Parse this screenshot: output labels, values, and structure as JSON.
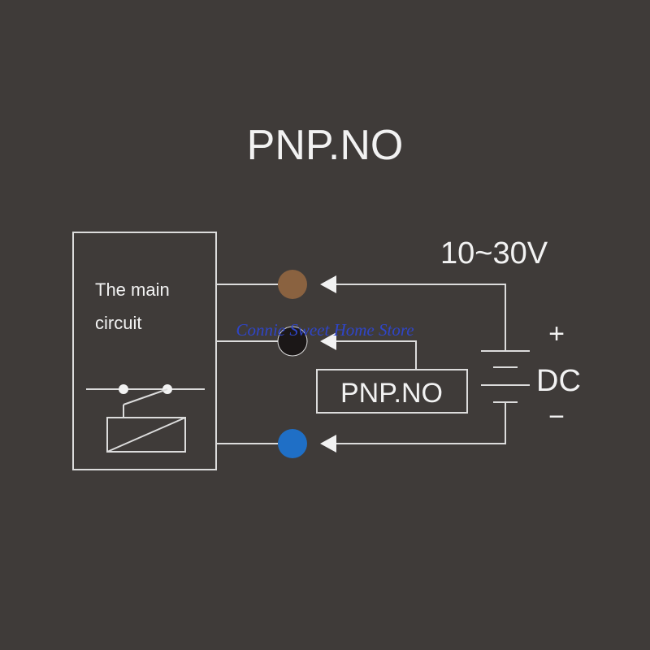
{
  "title": "PNP.NO",
  "main_circuit": {
    "line1": "The main",
    "line2": "circuit"
  },
  "voltage_label": "10~30V",
  "sensor_box_label": "PNP.NO",
  "supply": {
    "plus": "+",
    "type": "DC",
    "minus": "−"
  },
  "terminals": [
    {
      "wire": "brown",
      "color": "#8a6240"
    },
    {
      "wire": "black",
      "color": "#1b1717"
    },
    {
      "wire": "blue",
      "color": "#1f6fc6"
    }
  ],
  "watermark": "Connie Sweet Home Store"
}
